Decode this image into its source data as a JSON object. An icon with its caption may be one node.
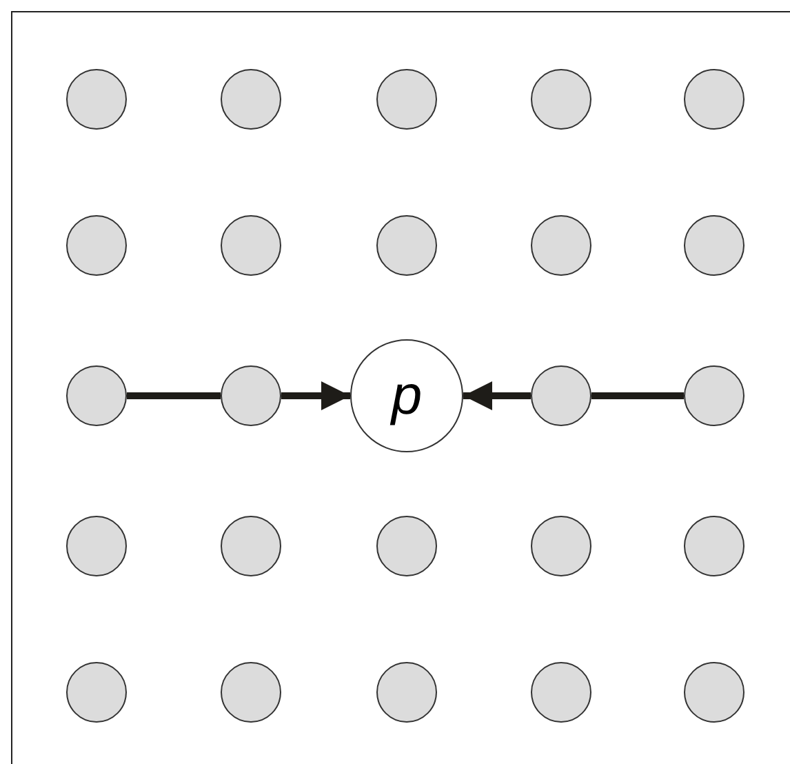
{
  "diagram": {
    "nodes": [
      {
        "text": [],
        "shape": "circle"
      },
      {
        "text": [],
        "shape": "circle"
      },
      {
        "text": [],
        "shape": "circle"
      },
      {
        "text": [],
        "shape": "circle"
      },
      {
        "text": [],
        "shape": "circle"
      },
      {
        "text": [],
        "shape": "circle"
      },
      {
        "text": [],
        "shape": "circle"
      },
      {
        "text": [],
        "shape": "circle"
      },
      {
        "text": [],
        "shape": "circle"
      },
      {
        "text": [],
        "shape": "circle"
      },
      {
        "text": [],
        "shape": "circle"
      },
      {
        "text": [],
        "shape": "circle"
      },
      {
        "text": [
          "p"
        ]
      },
      {
        "text": [],
        "shape": "circle"
      },
      {
        "text": [],
        "shape": "circle"
      },
      {
        "text": [],
        "shape": "circle"
      },
      {
        "text": [],
        "shape": "circle"
      },
      {
        "text": [],
        "shape": "circle"
      },
      {
        "text": [],
        "shape": "circle"
      },
      {
        "text": [],
        "shape": "circle"
      },
      {
        "text": [],
        "shape": "circle"
      },
      {
        "text": [],
        "shape": "circle"
      },
      {
        "text": [],
        "shape": "circle"
      },
      {
        "text": [],
        "shape": "circle"
      },
      {
        "text": [],
        "shape": "circle"
      }
    ],
    "edges": [
      {
        "from": 10,
        "to": 11,
        "arrow": "none"
      },
      {
        "from": 11,
        "to": 12,
        "arrow": "to"
      },
      {
        "from": 14,
        "to": 13,
        "arrow": "none"
      },
      {
        "from": 13,
        "to": 12,
        "arrow": "to"
      }
    ]
  }
}
